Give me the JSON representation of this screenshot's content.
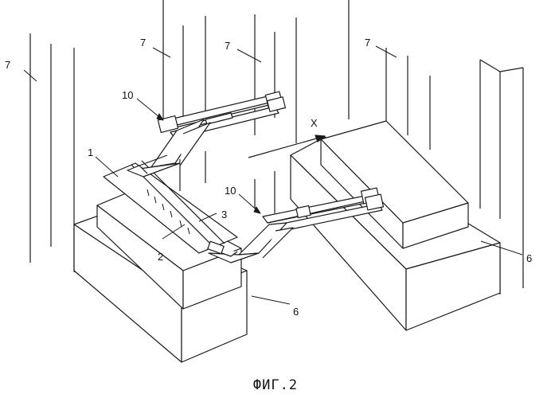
{
  "figure": {
    "caption": "ФИГ.2",
    "labels": {
      "column_left": "7",
      "column_mid1": "7",
      "column_mid2": "7",
      "column_right": "7",
      "crane_top": "10",
      "crane_bottom": "10",
      "sheet": "1",
      "part_2": "2",
      "part_3": "3",
      "direction_x": "X",
      "base_left": "6",
      "base_right": "6"
    }
  }
}
